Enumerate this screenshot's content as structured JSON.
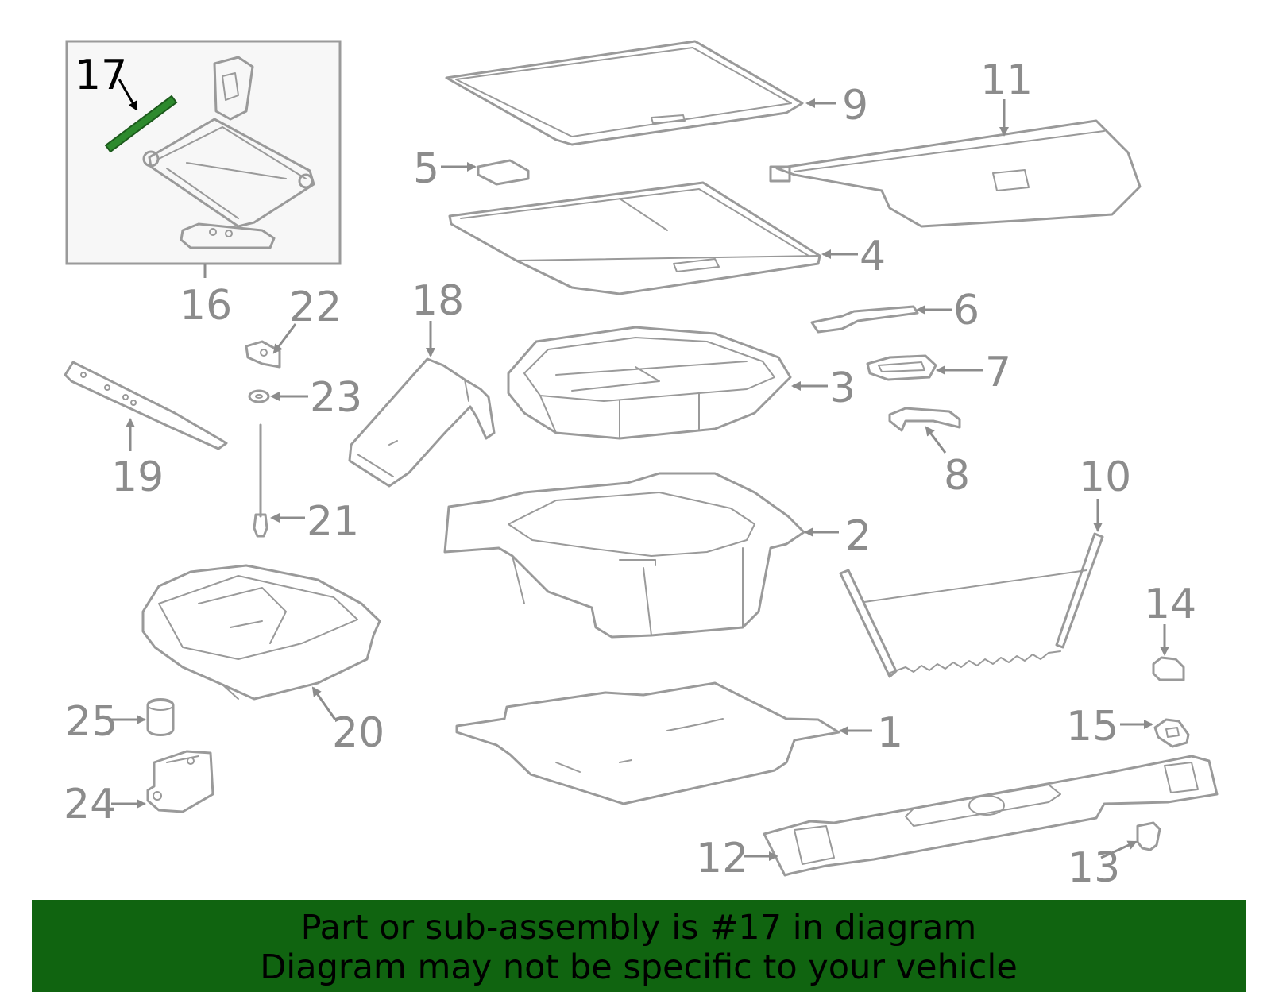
{
  "callouts": {
    "c1": "1",
    "c2": "2",
    "c3": "3",
    "c4": "4",
    "c5": "5",
    "c6": "6",
    "c7": "7",
    "c8": "8",
    "c9": "9",
    "c10": "10",
    "c11": "11",
    "c12": "12",
    "c13": "13",
    "c14": "14",
    "c15": "15",
    "c16": "16",
    "c17": "17",
    "c18": "18",
    "c19": "19",
    "c20": "20",
    "c21": "21",
    "c22": "22",
    "c23": "23",
    "c24": "24",
    "c25": "25"
  },
  "highlight": {
    "part": "17",
    "color": "#2d8a2d"
  },
  "banner": {
    "line1": "Part or sub-assembly is #17 in diagram",
    "line2": "Diagram may not be specific to your vehicle",
    "background": "#106410"
  }
}
